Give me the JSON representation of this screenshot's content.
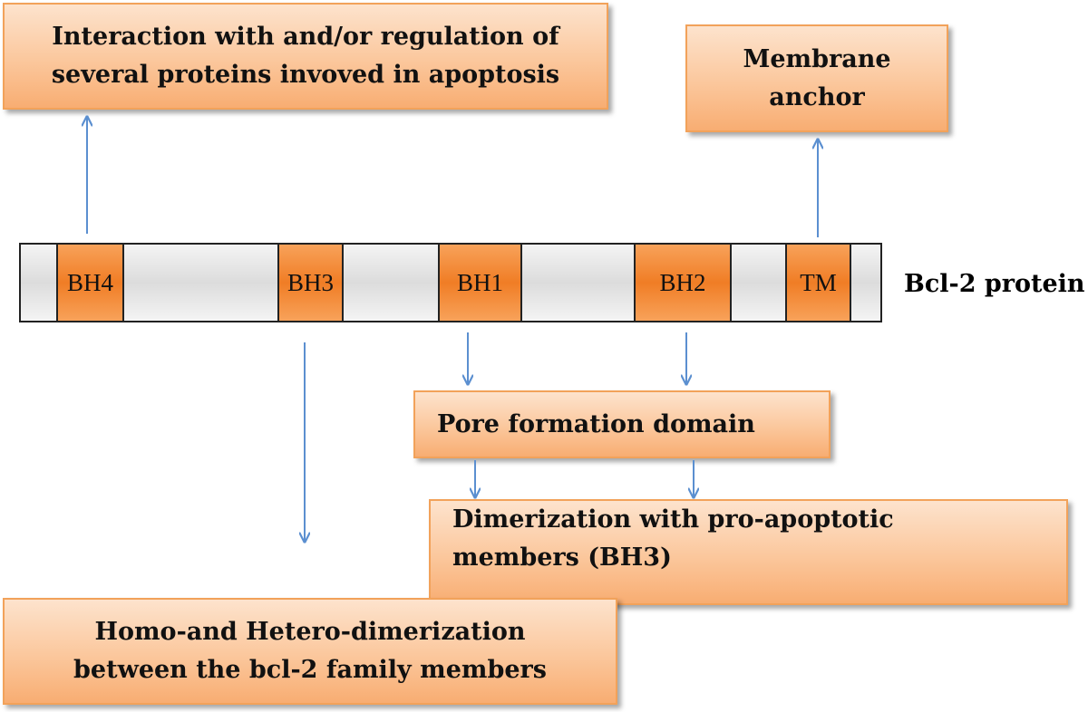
{
  "boxes": {
    "interaction": [
      "Interaction with and/or regulation of",
      "several proteins invoved in apoptosis"
    ],
    "membrane": [
      "Membrane",
      "anchor"
    ],
    "pore": "Pore formation domain",
    "dimerization": [
      "Dimerization with pro-apoptotic",
      "members (BH3)"
    ],
    "homo_hetero": [
      "Homo-and Hetero-dimerization",
      "between the bcl-2 family members"
    ]
  },
  "protein": {
    "label": "Bcl-2 protein",
    "domains": [
      "BH4",
      "BH3",
      "BH1",
      "BH2",
      "TM"
    ]
  },
  "colors": {
    "domain_fill": "#f07d25",
    "box_fill": "#fbc79c",
    "box_border": "#f2a25a",
    "arrow": "#5b8fd0"
  }
}
